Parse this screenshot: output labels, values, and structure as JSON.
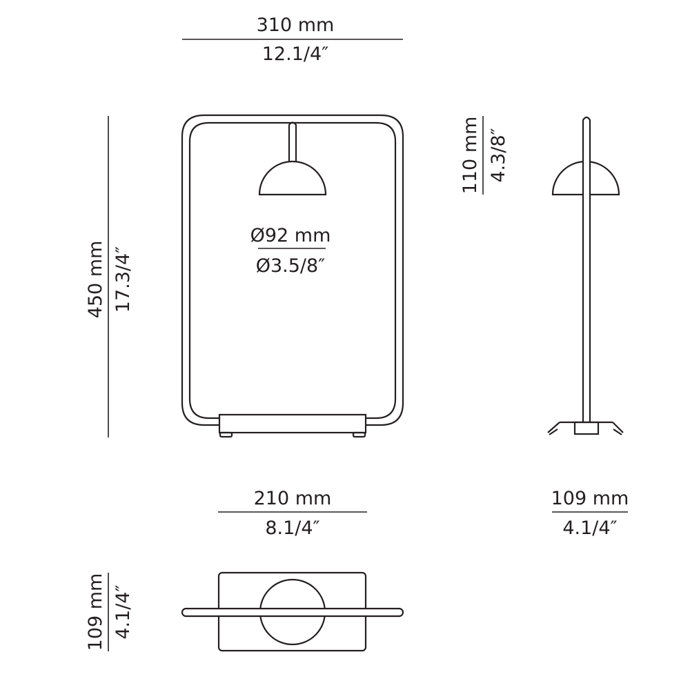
{
  "dimensions": {
    "front_width": {
      "metric": "310 mm",
      "imperial": "12.1/4″"
    },
    "front_height": {
      "metric": "450 mm",
      "imperial": "17.3/4″"
    },
    "shade_diameter": {
      "metric": "Ø92 mm",
      "imperial": "Ø3.5/8″"
    },
    "shade_height": {
      "metric": "110 mm",
      "imperial": "4.3/8″"
    },
    "base_width": {
      "metric": "210 mm",
      "imperial": "8.1/4″"
    },
    "side_depth": {
      "metric": "109 mm",
      "imperial": "4.1/4″"
    },
    "top_depth": {
      "metric": "109 mm",
      "imperial": "4.1/4″"
    }
  },
  "colors": {
    "line": "#231f20",
    "background": "#ffffff"
  }
}
